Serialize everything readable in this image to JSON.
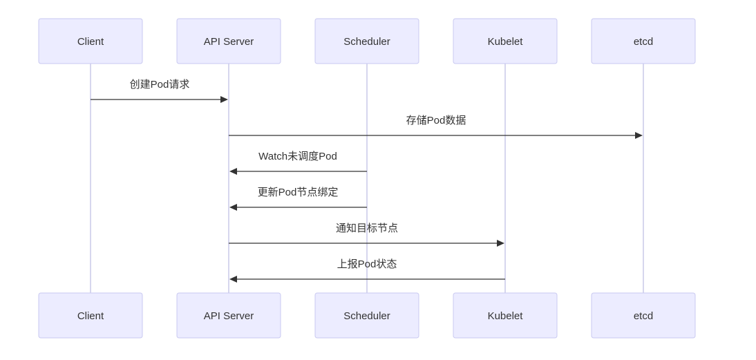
{
  "actors": [
    {
      "id": "client",
      "label": "Client"
    },
    {
      "id": "api",
      "label": "API Server"
    },
    {
      "id": "scheduler",
      "label": "Scheduler"
    },
    {
      "id": "kubelet",
      "label": "Kubelet"
    },
    {
      "id": "etcd",
      "label": "etcd"
    }
  ],
  "messages": [
    {
      "from": "client",
      "to": "api",
      "label": "创建Pod请求"
    },
    {
      "from": "api",
      "to": "etcd",
      "label": "存储Pod数据"
    },
    {
      "from": "scheduler",
      "to": "api",
      "label": "Watch未调度Pod"
    },
    {
      "from": "scheduler",
      "to": "api",
      "label": "更新Pod节点绑定"
    },
    {
      "from": "api",
      "to": "kubelet",
      "label": "通知目标节点"
    },
    {
      "from": "kubelet",
      "to": "api",
      "label": "上报Pod状态"
    }
  ],
  "colors": {
    "actor_fill": "#ececff",
    "actor_border": "#c9c9f0",
    "lifeline": "#c9c9e8",
    "arrow": "#333333",
    "text": "#333333"
  }
}
